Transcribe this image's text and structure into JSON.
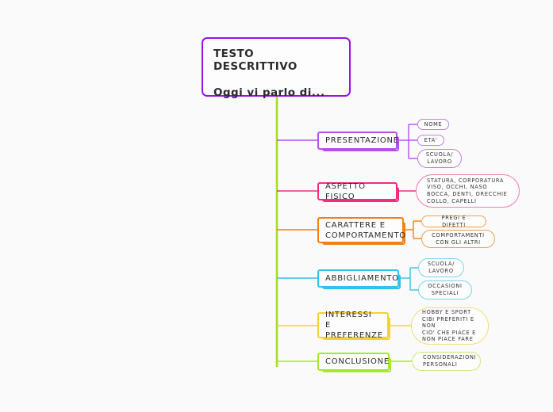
{
  "canvas": {
    "background": "#fafafa",
    "trunk_color": "#aadb29"
  },
  "root": {
    "line1": "TESTO DESCRITTIVO",
    "line2": "Oggi vi parlo di...",
    "color": "#9b12e8"
  },
  "branches": [
    {
      "id": "presentazione",
      "label": "PRESENTAZIONE",
      "color": "#b44ef0",
      "children": [
        {
          "label": "NOME"
        },
        {
          "label": "ETA'"
        },
        {
          "label": "SCUOLA/\nLAVORO"
        }
      ]
    },
    {
      "id": "aspetto-fisico",
      "label": "ASPETTO FISICO",
      "color": "#f52b7f",
      "children": [
        {
          "label": "STATURA, CORPORATURA\nVISO, OCCHI, NASO\nBOCCA, DENTI, ORECCHIE\nCOLLO, CAPELLI"
        }
      ]
    },
    {
      "id": "carattere-e-comportamento",
      "label": "CARATTERE E\nCOMPORTAMENTO",
      "color": "#f58010",
      "children": [
        {
          "label": "PREGI E DIFETTI"
        },
        {
          "label": "COMPORTAMENTI\nCON GLI ALTRI"
        }
      ]
    },
    {
      "id": "abbigliamento",
      "label": "ABBIGLIAMENTO",
      "color": "#2ec4f0",
      "children": [
        {
          "label": "SCUOLA/\nLAVORO"
        },
        {
          "label": "OCCASIONI\nSPECIALI"
        }
      ]
    },
    {
      "id": "interessi-e-preferenze",
      "label": "INTERESSI\nE PREFERENZE",
      "color": "#f2d42c",
      "children": [
        {
          "label": "HOBBY E SPORT\nCIBI PREFERITI E NON\nCIO' CHE PIACE E\nNON PIACE FARE"
        }
      ]
    },
    {
      "id": "conclusione",
      "label": "CONCLUSIONE",
      "color": "#a8e82a",
      "children": [
        {
          "label": "CONSIDERAZIONI\nPERSONALI"
        }
      ]
    }
  ]
}
